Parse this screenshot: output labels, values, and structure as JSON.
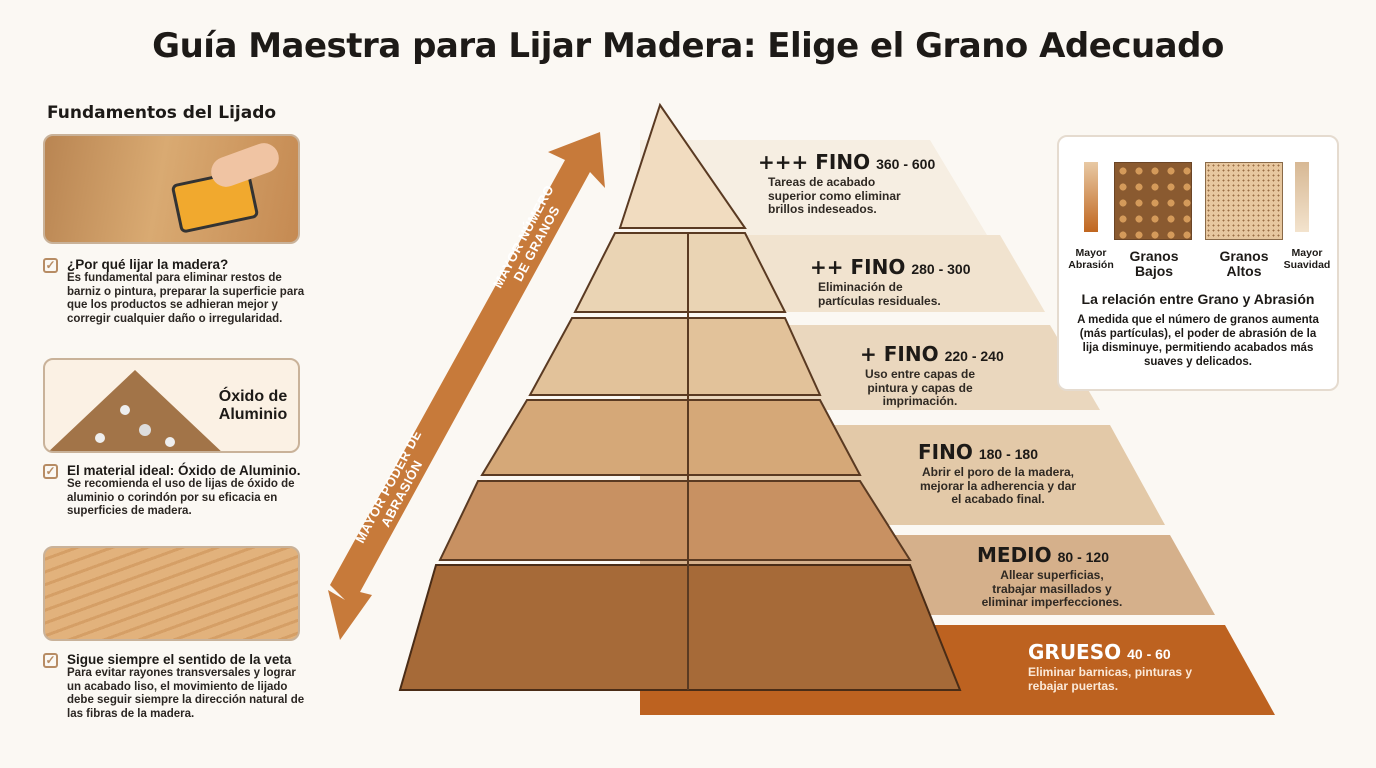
{
  "title": "Guía Maestra para Lijar Madera: Elige el Grano Adecuado",
  "left": {
    "heading": "Fundamentos del Lijado",
    "oxide_card_label": "Óxido de Aluminio",
    "items": [
      {
        "title": "¿Por qué lijar la madera?",
        "text": "Es fundamental para eliminar restos de barniz o pintura, preparar la superficie para que los productos se adhieran mejor y corregir cualquier daño o irregularidad."
      },
      {
        "title": "El material ideal: Óxido de Aluminio.",
        "text": "Se recomienda el uso de lijas de óxido de aluminio o corindón por su eficacia en superficies de madera."
      },
      {
        "title": "Sigue siempre el sentido de la veta",
        "text": "Para evitar rayones transversales y lograr un acabado liso, el movimiento de lijado debe seguir siempre la dirección natural de las fibras de la madera."
      }
    ]
  },
  "arrow": {
    "up_label": "MAYOR NÚMERO DE GRANOS",
    "down_label": "MAYOR PODER DE ABRASIÓN"
  },
  "levels": [
    {
      "name": "+++ FINO",
      "range": "360 - 600",
      "desc": "Tareas de acabado superior como eliminar brillos indeseados.",
      "icon": "sparkle-icon"
    },
    {
      "name": "++ FINO",
      "range": "280 - 300",
      "desc": "Eliminación de partículas residuales.",
      "icon": "particle-icon"
    },
    {
      "name": "+ FINO",
      "range": "220 - 240",
      "desc": "Uso entre capas de pintura y capas de imprimación.",
      "icon": "layers-icon"
    },
    {
      "name": "FINO",
      "range": "180 - 180",
      "desc": "Abrir el poro de la madera, mejorar la adherencia y dar el acabado final.",
      "icon": "pore-icon"
    },
    {
      "name": "MEDIO",
      "range": "80 - 120",
      "desc": "Allear superficias, trabajar masillados y eliminar imperfecciones.",
      "icon": "putty-knife-icon"
    },
    {
      "name": "GRUESO",
      "range": "40 - 60",
      "desc": "Eliminar barnicas, pinturas y rebajar puertas.",
      "icon": "door-icon"
    }
  ],
  "relation": {
    "left_small": "Mayor Abrasión",
    "left_grain": "Granos Bajos",
    "right_grain": "Granos Altos",
    "right_small": "Mayor Suavidad",
    "title": "La relación entre Grano y Abrasión",
    "text": "A medida que el número de granos aumenta (más partículas), el poder de abrasión de la lija disminuye, permitiendo acabados más suaves y delicados."
  },
  "colors": {
    "accent": "#c0661f",
    "band_light": "#f3e8d8",
    "band_dark": "#e0c7a6",
    "coarse": "#b85a18"
  }
}
